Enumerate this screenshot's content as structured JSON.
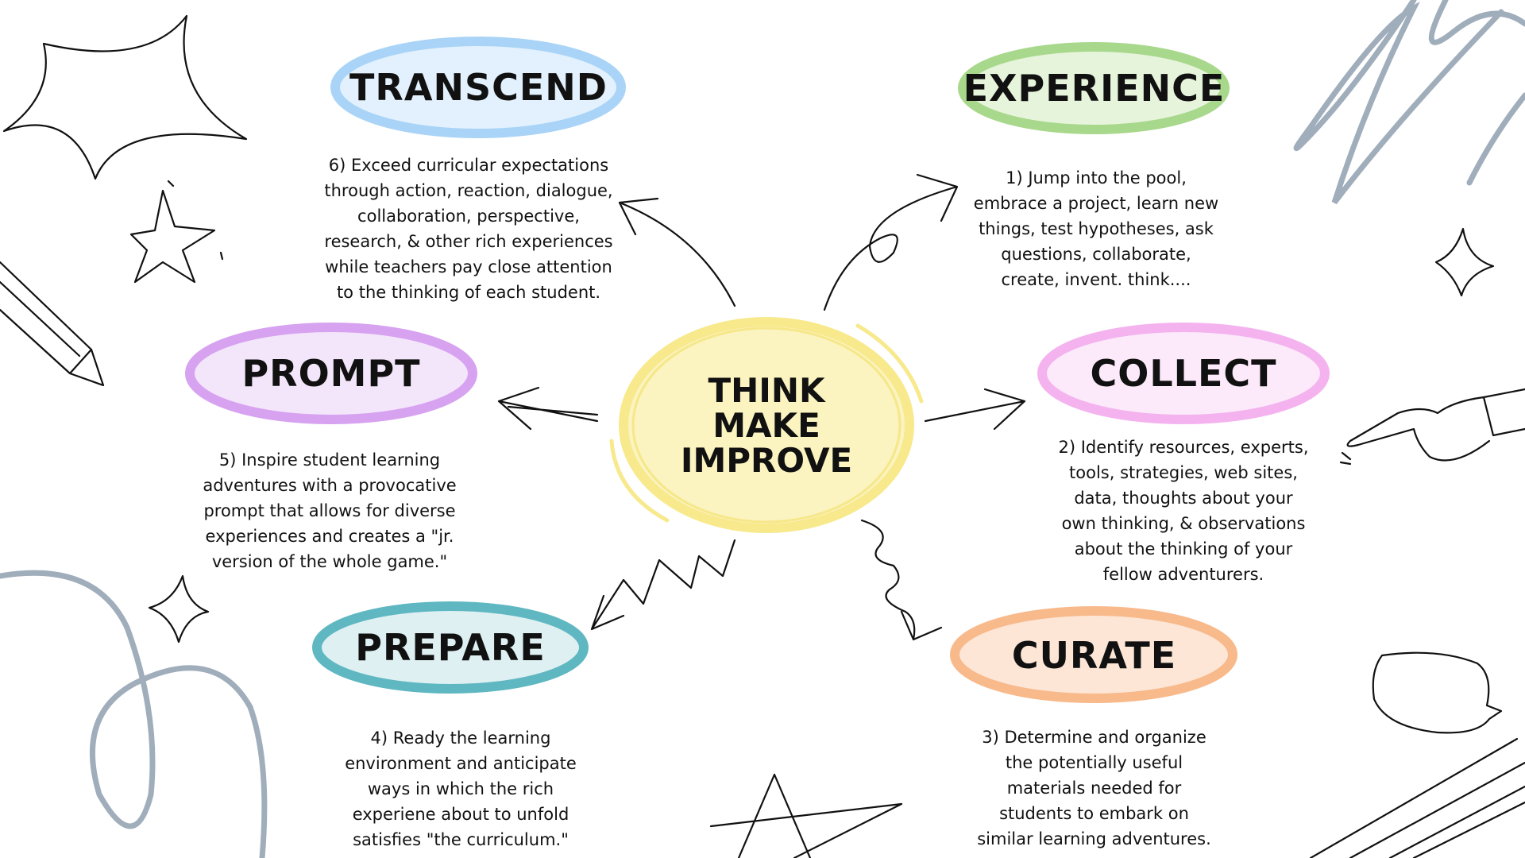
{
  "center": {
    "line1": "THINK",
    "line2": "MAKE",
    "line3": "IMPROVE",
    "color": "#f7e98c"
  },
  "nodes": {
    "transcend": {
      "label": "TRANSCEND",
      "color": "#a9d4f7",
      "fill": "#e2f1fd",
      "text": "6) Exceed curricular expectations\nthrough action, reaction, dialogue,\ncollaboration, perspective,\nresearch, & other rich experiences\nwhile teachers pay close attention\nto the thinking of each student."
    },
    "experience": {
      "label": "EXPERIENCE",
      "color": "#a8d88b",
      "fill": "#e6f4dc",
      "text": "1) Jump into the pool,\nembrace a project, learn new\nthings, test hypotheses, ask\nquestions, collaborate,\ncreate, invent. think...."
    },
    "prompt": {
      "label": "PROMPT",
      "color": "#d7a2f0",
      "fill": "#f3e6fb",
      "text": "5) Inspire student learning\nadventures with a provocative\nprompt that allows for diverse\nexperiences and creates a \"jr.\nversion of the whole game.\""
    },
    "collect": {
      "label": "COLLECT",
      "color": "#f4b3ef",
      "fill": "#fce9fa",
      "text": "2) Identify resources, experts,\ntools, strategies, web sites,\ndata, thoughts about your\nown thinking, & observations\nabout the thinking of your\nfellow adventurers."
    },
    "prepare": {
      "label": "PREPARE",
      "color": "#5fb7c2",
      "fill": "#def0f2",
      "text": "4) Ready the learning\nenvironment and anticipate\nways in which the rich\nexperiene about to unfold\nsatisfies \"the curriculum.\""
    },
    "curate": {
      "label": "CURATE",
      "color": "#f8b98b",
      "fill": "#fde6d6",
      "text": "3) Determine and organize\nthe potentially useful\nmaterials needed for\nstudents to embark on\nsimilar learning adventures."
    }
  }
}
